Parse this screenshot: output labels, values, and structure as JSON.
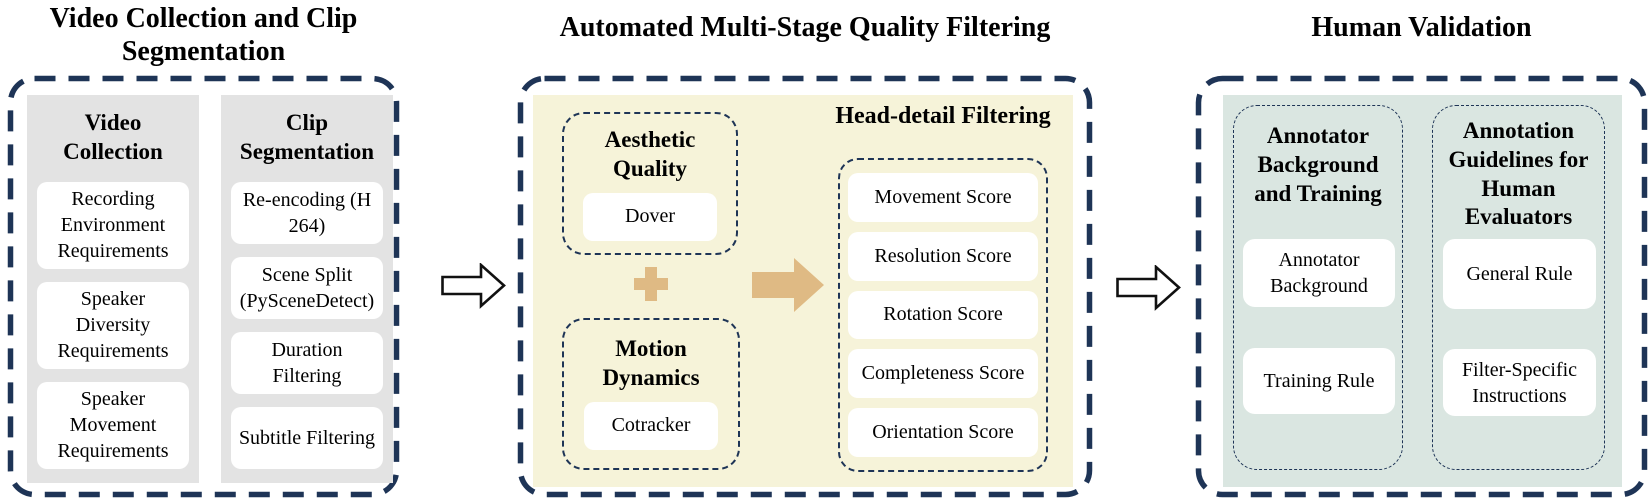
{
  "colors": {
    "navy_border": "#1e3456",
    "gray_panel": "#e3e3e3",
    "cream_panel": "#f6f3d9",
    "green_panel": "#dae6e1",
    "tan_accent": "#dfba84",
    "white_box": "#ffffff"
  },
  "icons": {
    "stage1_to_stage2": "block-arrow-right",
    "stage2_to_stage3": "block-arrow-right",
    "combine": "plus",
    "feeds_into": "block-arrow-right"
  },
  "sections": [
    {
      "title": "Video Collection and Clip Segmentation",
      "columns": [
        {
          "header": "Video Collection",
          "items": [
            "Recording Environment Requirements",
            "Speaker Diversity Requirements",
            "Speaker Movement Requirements"
          ]
        },
        {
          "header": "Clip Segmentation",
          "items": [
            "Re-encoding (H 264)",
            "Scene Split (PySceneDetect)",
            "Duration Filtering",
            "Subtitle Filtering"
          ]
        }
      ]
    },
    {
      "title": "Automated Multi-Stage Quality Filtering",
      "groups": [
        {
          "header": "Aesthetic Quality",
          "items": [
            "Dover"
          ]
        },
        {
          "header": "Motion Dynamics",
          "items": [
            "Cotracker"
          ]
        },
        {
          "header": "Head-detail Filtering",
          "items": [
            "Movement Score",
            "Resolution Score",
            "Rotation Score",
            "Completeness Score",
            "Orientation Score"
          ]
        }
      ]
    },
    {
      "title": "Human Validation",
      "columns": [
        {
          "header": "Annotator Background and Training",
          "items": [
            "Annotator Background",
            "Training Rule"
          ]
        },
        {
          "header": "Annotation Guidelines for Human Evaluators",
          "items": [
            "General Rule",
            "Filter-Specific Instructions"
          ]
        }
      ]
    }
  ]
}
